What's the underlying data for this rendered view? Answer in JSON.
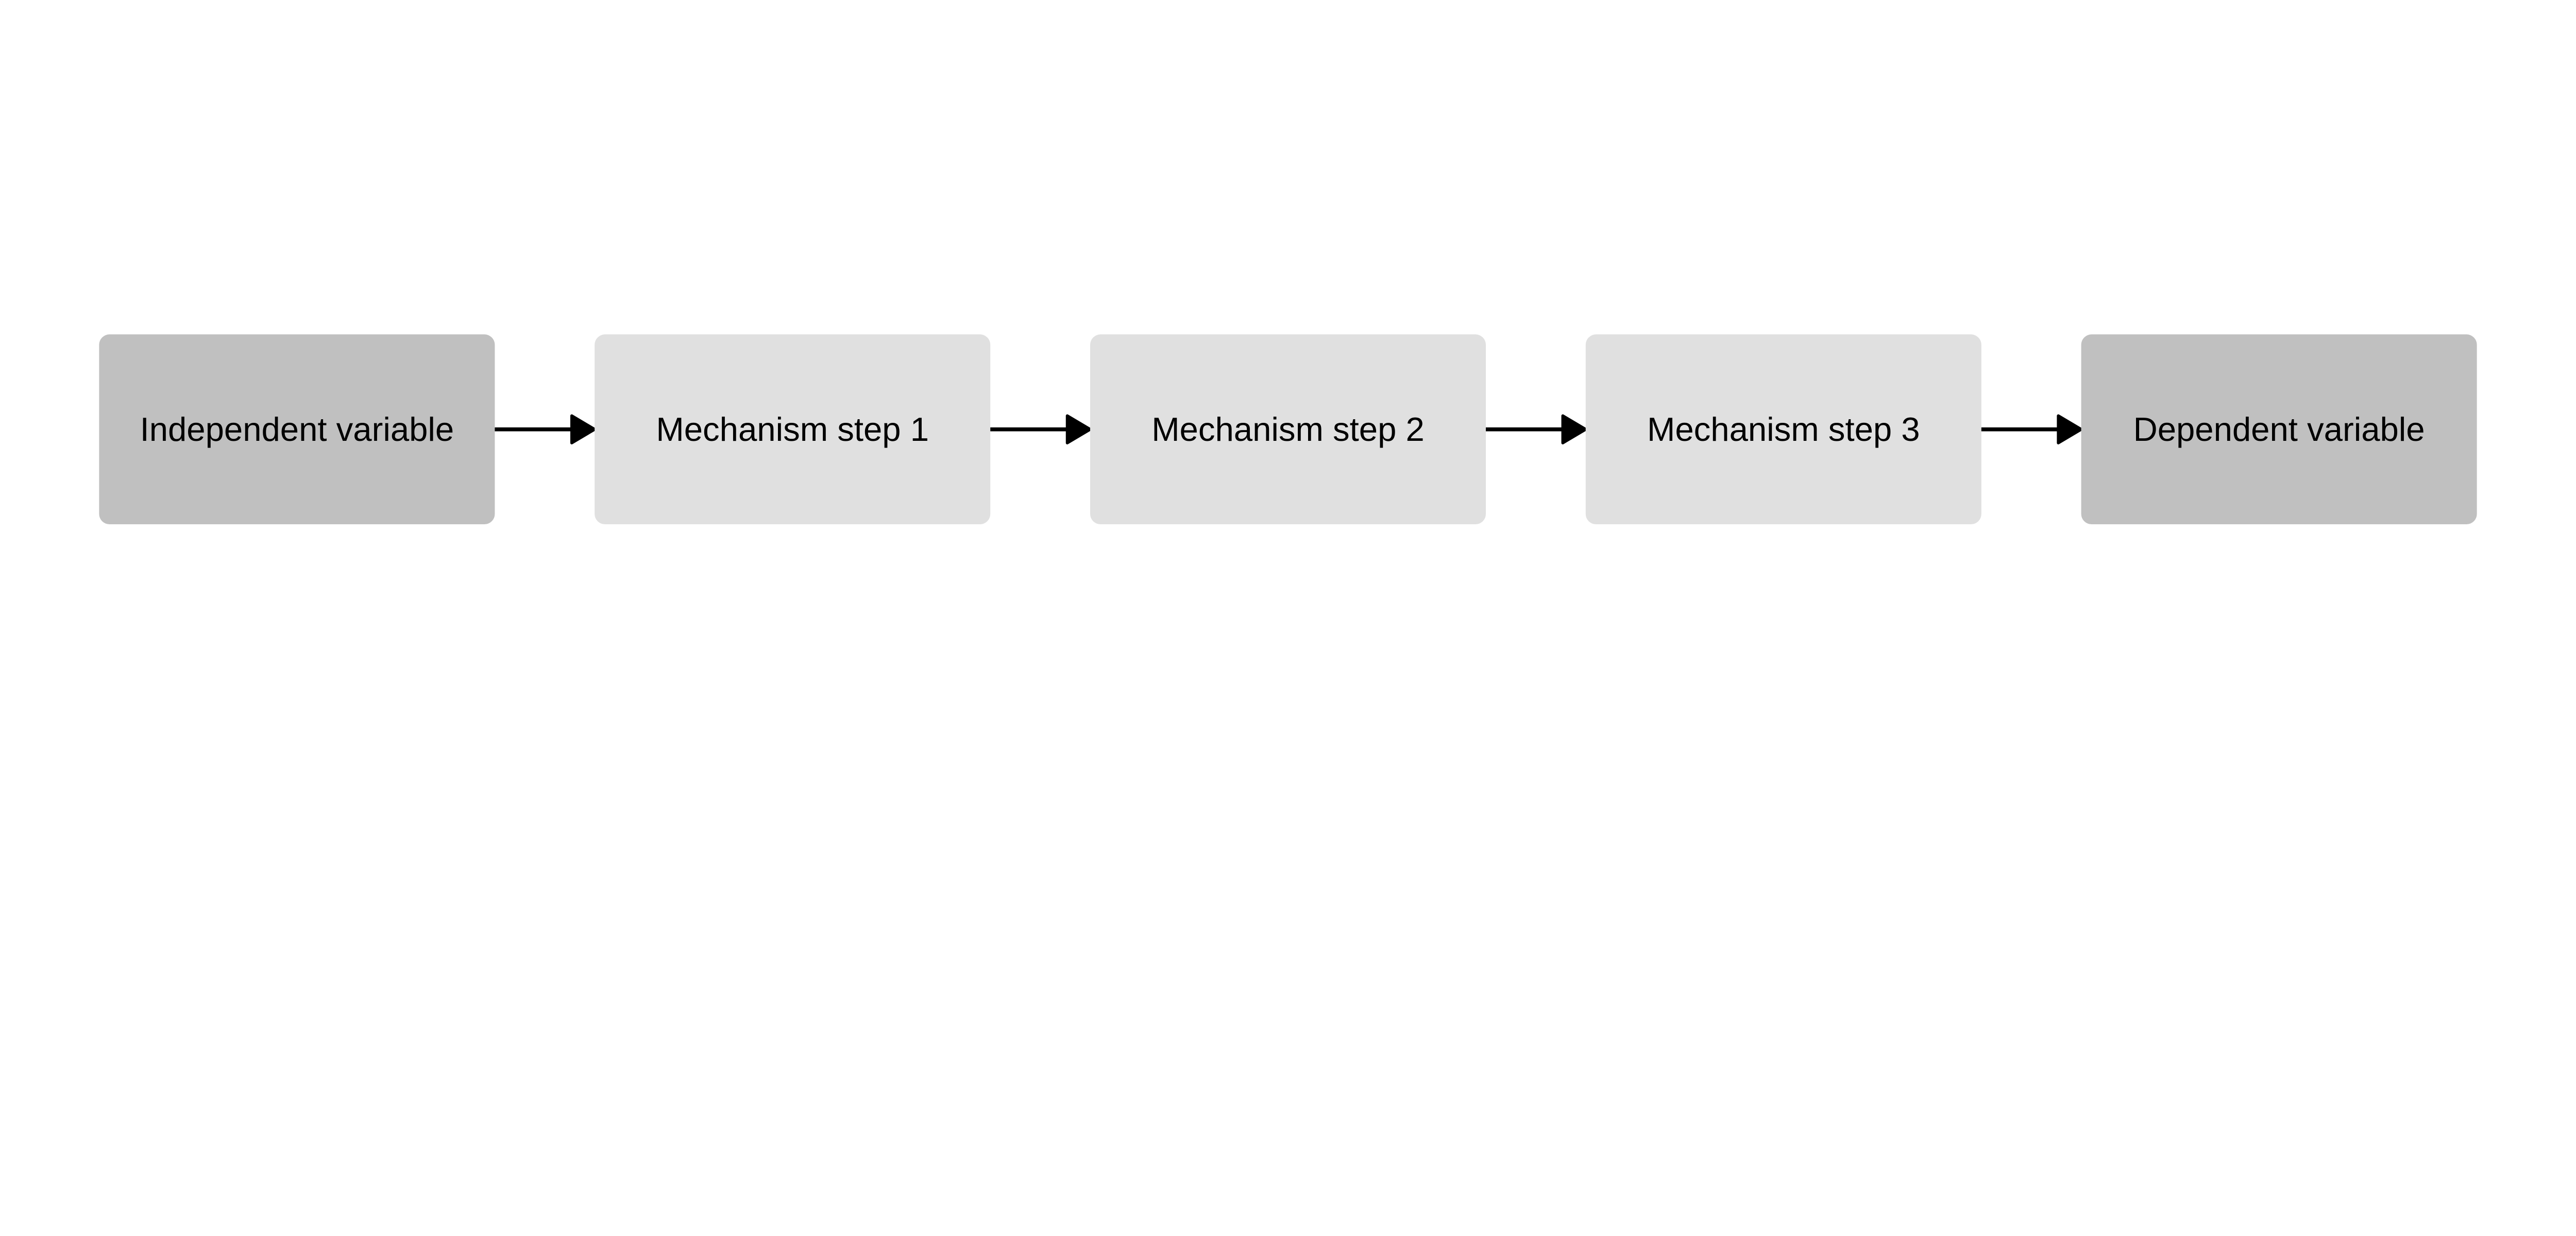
{
  "diagram": {
    "type": "flowchart",
    "direction": "left-to-right",
    "nodes": [
      {
        "id": "iv",
        "label": "Independent variable",
        "color": "#c0c0c0"
      },
      {
        "id": "m1",
        "label": "Mechanism step 1",
        "color": "#e0e0e0"
      },
      {
        "id": "m2",
        "label": "Mechanism step 2",
        "color": "#e0e0e0"
      },
      {
        "id": "m3",
        "label": "Mechanism step 3",
        "color": "#e0e0e0"
      },
      {
        "id": "dv",
        "label": "Dependent variable",
        "color": "#c0c0c0"
      }
    ],
    "edges": [
      {
        "from": "iv",
        "to": "m1"
      },
      {
        "from": "m1",
        "to": "m2"
      },
      {
        "from": "m2",
        "to": "m3"
      },
      {
        "from": "m3",
        "to": "dv"
      }
    ],
    "edge_color": "#000000",
    "background": "#ffffff"
  }
}
